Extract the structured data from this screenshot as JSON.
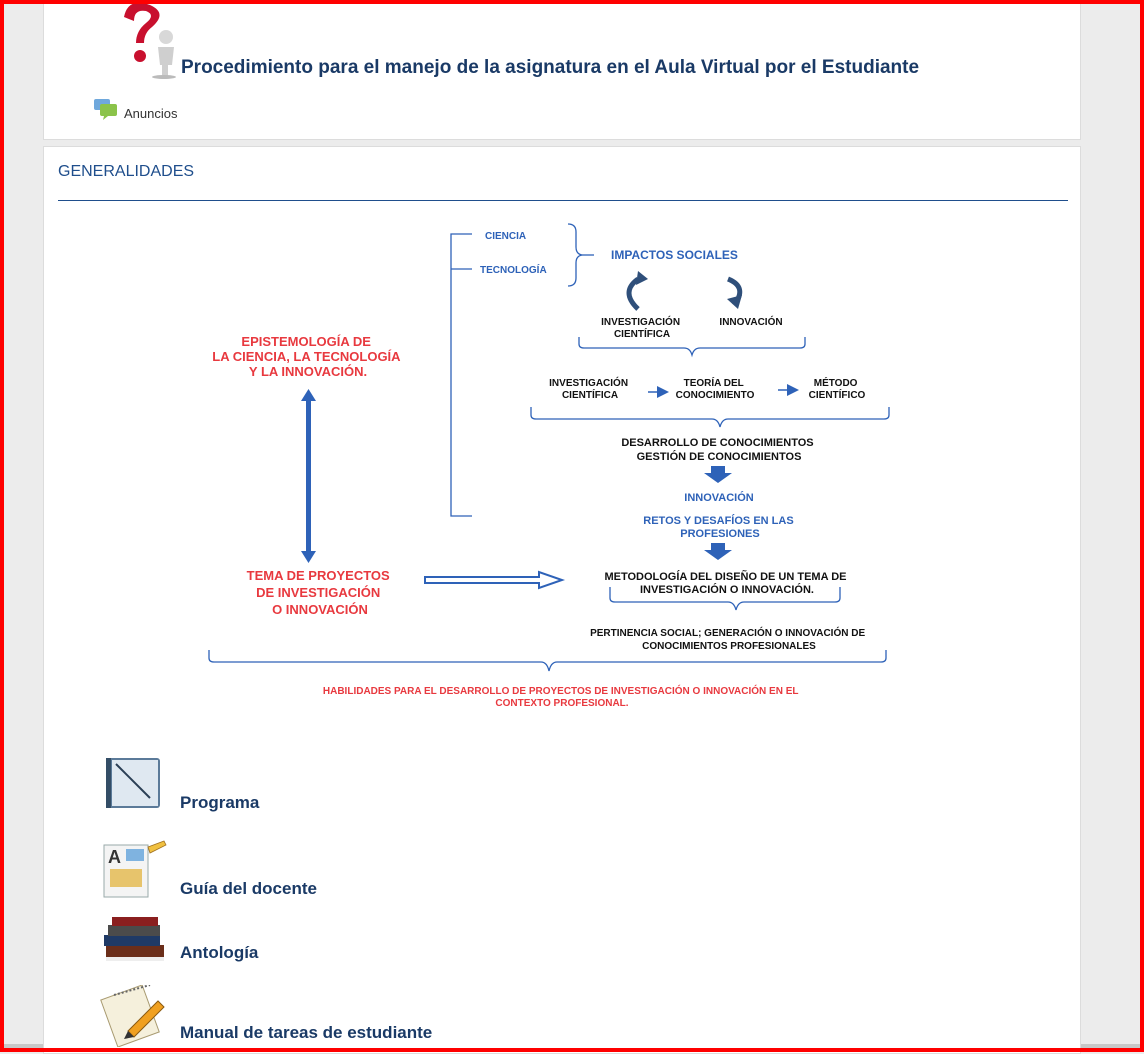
{
  "header": {
    "title": "Procedimiento para el manejo de la asignatura en el Aula Virtual por el Estudiante",
    "announcements_label": "Anuncios"
  },
  "section": {
    "title": "GENERALIDADES"
  },
  "diagram": {
    "left_title": [
      "EPISTEMOLOGÍA DE",
      "LA CIENCIA, LA TECNOLOGÍA",
      "Y LA INNOVACIÓN."
    ],
    "branch_ciencia": "CIENCIA",
    "branch_tecnologia": "TECNOLOGÍA",
    "impactos": "IMPACTOS SOCIALES",
    "inv_cientifica": [
      "INVESTIGACIÓN",
      "CIENTÍFICA"
    ],
    "innovacion": "INNOVACIÓN",
    "step1": [
      "INVESTIGACIÓN",
      "CIENTÍFICA"
    ],
    "step2": [
      "TEORÍA DEL",
      "CONOCIMIENTO"
    ],
    "step3": [
      "MÉTODO",
      "CIENTÍFICO"
    ],
    "desarrollo": [
      "DESARROLLO DE CONOCIMIENTOS",
      "GESTIÓN  DE CONOCIMIENTOS"
    ],
    "innovacion_blue": "INNOVACIÓN",
    "retos": [
      "RETOS Y DESAFÍOS EN LAS",
      "PROFESIONES"
    ],
    "tema": [
      "TEMA DE PROYECTOS",
      "DE INVESTIGACIÓN",
      "O INNOVACIÓN"
    ],
    "metodologia": [
      "METODOLOGÍA  DEL  DISEÑO  DE  UN  TEMA DE",
      "INVESTIGACIÓN  O  INNOVACIÓN."
    ],
    "pertinencia": [
      "PERTINENCIA SOCIAL; GENERACIÓN O INNOVACIÓN DE",
      "CONOCIMIENTOS PROFESIONALES"
    ],
    "habilidades": [
      "HABILIDADES  PARA EL DESARROLLO DE PROYECTOS DE INVESTIGACIÓN  O INNOVACIÓN  EN EL",
      "CONTEXTO PROFESIONAL."
    ]
  },
  "resources": [
    {
      "label": "Programa",
      "icon": "notebook-icon"
    },
    {
      "label": "Guía del docente",
      "icon": "document-pencil-icon"
    },
    {
      "label": "Antología",
      "icon": "books-icon"
    },
    {
      "label": "Manual de tareas de estudiante",
      "icon": "notepad-pencil-icon"
    }
  ],
  "colors": {
    "link": "#1a3a66",
    "section_blue": "#1f4e8c",
    "diagram_red": "#e8393f",
    "diagram_blue": "#2e62b8",
    "frame_red": "#ff0000"
  }
}
